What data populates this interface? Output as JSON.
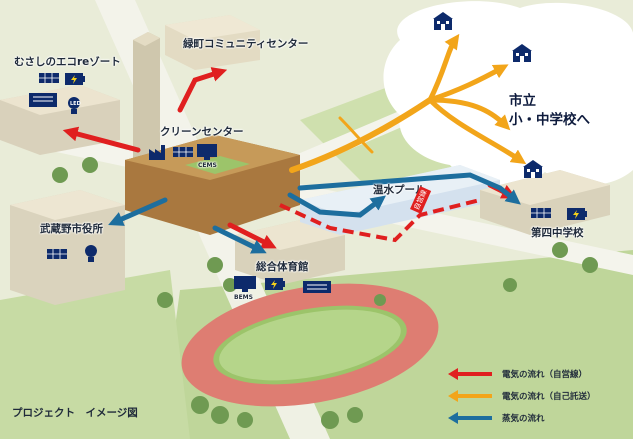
{
  "labels": {
    "community_center": "緑町コミュニティセンター",
    "eco_resort": "むさしのエコreゾート",
    "clean_center": "クリーンセンター",
    "city_hall": "武蔵野市役所",
    "warm_pool": "温水プール",
    "gym": "総合体育館",
    "school_4": "第四中学校",
    "cems": "CEMS",
    "bems": "BEMS",
    "led": "LED",
    "dedicated_line": "自営線"
  },
  "schools_line1": "市立",
  "schools_line2": "小・中学校へ",
  "legend": [
    {
      "label": "電気の流れ（自営線）",
      "color": "#e01f1f"
    },
    {
      "label": "電気の流れ（自己託送）",
      "color": "#f2a51a"
    },
    {
      "label": "蒸気の流れ",
      "color": "#1d6e9e"
    }
  ],
  "caption": "プロジェクト　イメージ図",
  "colors": {
    "electric": "#e01f1f",
    "consignment": "#f2a51a",
    "steam": "#1d6e9e",
    "navy": "#0d2a6b"
  }
}
